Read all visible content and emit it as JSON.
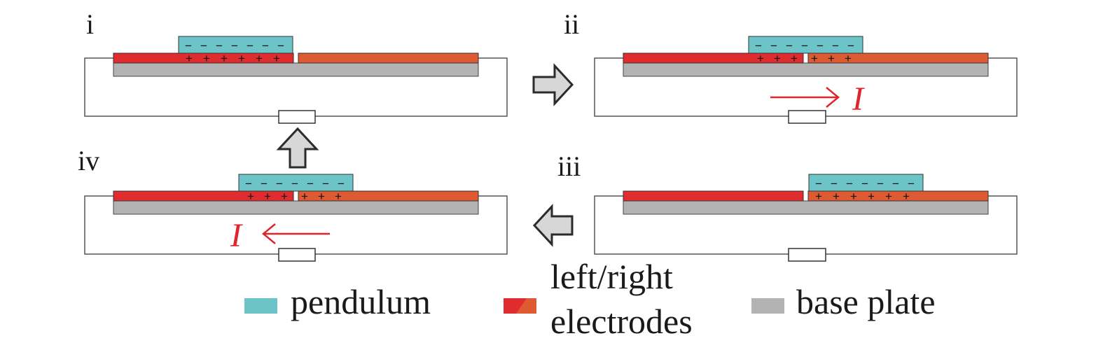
{
  "colors": {
    "pendulum": "#6cc4c8",
    "left_electrode": "#e12c2f",
    "right_electrode": "#dd5a33",
    "base_plate": "#b3b3b3",
    "current": "#e0242b",
    "wire": "#555555",
    "arrow_fill": "#d7d7d7",
    "arrow_stroke": "#2b2b2b"
  },
  "panels": [
    {
      "label": "i",
      "pendulum_signs": [
        "−",
        "−",
        "−",
        "−",
        "−",
        "−",
        "−"
      ],
      "electrode_signs": [
        "+",
        "+",
        "+",
        "+",
        "+",
        "+"
      ],
      "current_label": ""
    },
    {
      "label": "ii",
      "pendulum_signs": [
        "−",
        "−",
        "−",
        "−",
        "−",
        "−",
        "−"
      ],
      "electrode_signs": [
        "+",
        "+",
        "+",
        "+",
        "+",
        "+"
      ],
      "current_label": "I"
    },
    {
      "label": "iii",
      "pendulum_signs": [
        "−",
        "−",
        "−",
        "−",
        "−",
        "−",
        "−"
      ],
      "electrode_signs": [
        "+",
        "+",
        "+",
        "+",
        "+",
        "+"
      ],
      "current_label": ""
    },
    {
      "label": "iv",
      "pendulum_signs": [
        "−",
        "−",
        "−",
        "−",
        "−",
        "−",
        "−"
      ],
      "electrode_signs": [
        "+",
        "+",
        "+",
        "+",
        "+",
        "+"
      ],
      "current_label": "I"
    }
  ],
  "flow_arrows": [
    "right-arrow",
    "left-arrow",
    "up-arrow"
  ],
  "legend": {
    "pendulum": "pendulum",
    "electrodes_line1": "left/right",
    "electrodes_line2": "electrodes",
    "base_plate": "base plate"
  }
}
